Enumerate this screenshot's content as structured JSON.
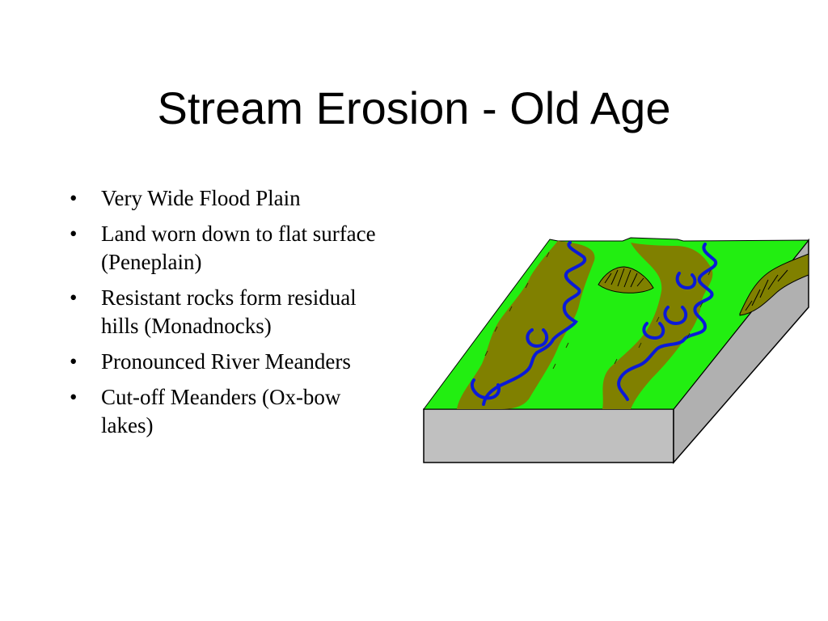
{
  "slide": {
    "title": "Stream Erosion - Old Age",
    "bullets": [
      "Very Wide Flood Plain",
      "Land worn down to flat surface (Peneplain)",
      "Resistant rocks form residual hills (Monadnocks)",
      "Pronounced River Meanders",
      "Cut-off Meanders (Ox-bow lakes)"
    ],
    "bullet_glyph": "•"
  },
  "colors": {
    "grass": "#22ee11",
    "floodplain": "#808000",
    "river": "#0a1ad8",
    "rock_front": "#c0c0c0",
    "rock_side": "#b0b0b0",
    "outline": "#000000"
  }
}
